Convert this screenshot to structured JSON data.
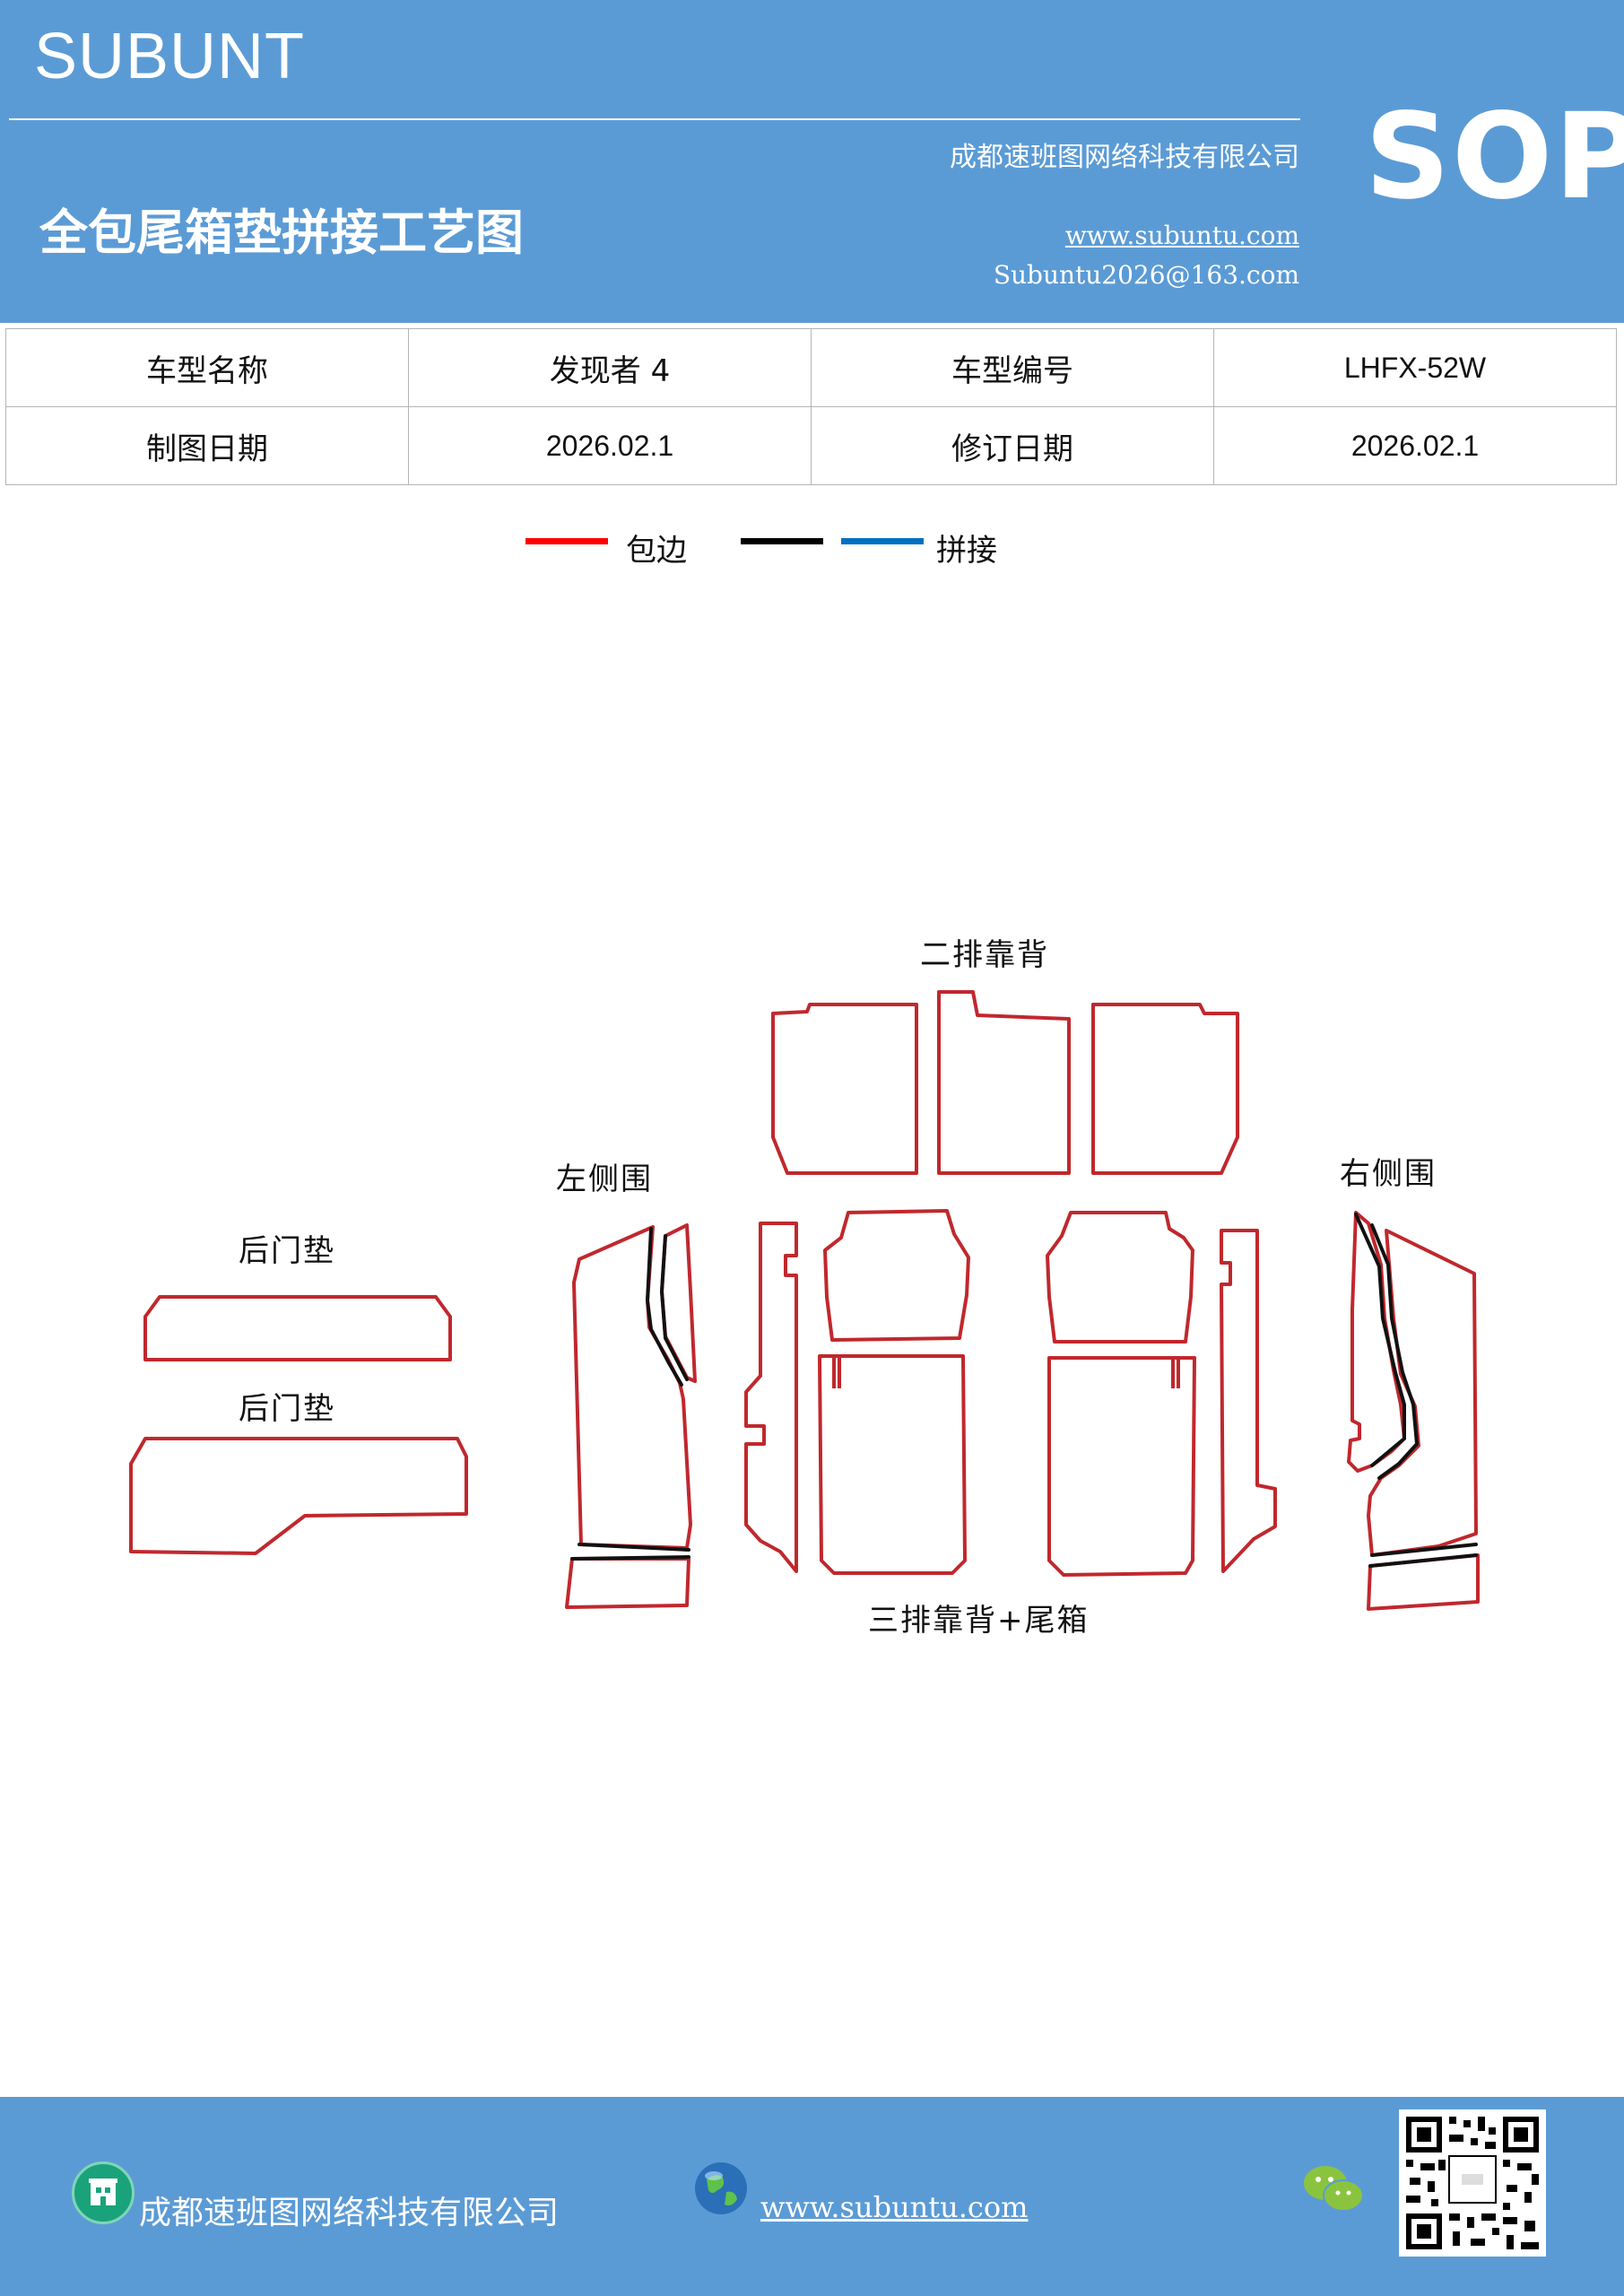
{
  "header": {
    "brand": "SUBUNT",
    "company": "成都速班图网络科技有限公司",
    "title": "全包尾箱垫拼接工艺图",
    "website": "www.subuntu.com",
    "email": "Subuntu2026@163.com",
    "badge": "SOP",
    "bg_color": "#5b9bd5"
  },
  "info_table": {
    "row1": {
      "label1": "车型名称",
      "value1": "发现者 4",
      "label2": "车型编号",
      "value2": "LHFX-52W"
    },
    "row2": {
      "label1": "制图日期",
      "value1": "2026.02.1",
      "label2": "修订日期",
      "value2": "2026.02.1"
    }
  },
  "legend": {
    "wrap_label": "包边",
    "join_label": "拼接",
    "wrap_color": "#ff0000",
    "black_color": "#000000",
    "join_color": "#0070c0"
  },
  "drawing": {
    "labels": {
      "second_row_back": "二排靠背",
      "left_side": "左侧围",
      "right_side": "右侧围",
      "rear_door_1": "后门垫",
      "rear_door_2": "后门垫",
      "third_row_trunk": "三排靠背+尾箱"
    },
    "outline_color": "#c0282d",
    "seam_color": "#111111"
  },
  "footer": {
    "company": "成都速班图网络科技有限公司",
    "website": "www.subuntu.com"
  }
}
